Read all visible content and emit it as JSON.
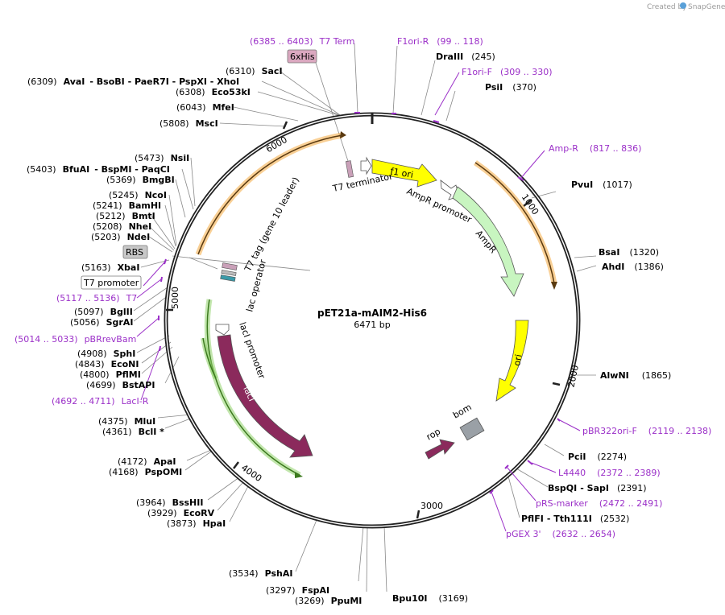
{
  "credit": {
    "text": "Created by",
    "brand": "SnapGene"
  },
  "plasmid": {
    "name": "pET21a-mAIM2-His6",
    "size": "6471 bp"
  },
  "ticks": [
    "1000",
    "2000",
    "3000",
    "4000",
    "5000",
    "6000"
  ],
  "colors": {
    "ampr": "#c8f5c0",
    "ori": "#ffff00",
    "laci": "#8b2a5c",
    "rop": "#8b2a5c",
    "bom": "#9aa0a6",
    "primer": "#9b30c8",
    "arc_orange": "#f4a940",
    "arc_green": "#8fd16a"
  },
  "features": {
    "f1ori": "f1 ori",
    "ampr_promoter": "AmpR promoter",
    "ampr": "AmpR",
    "ori": "ori",
    "rop": "rop",
    "bom": "bom",
    "laci": "lacI",
    "laci_promoter": "lacI promoter",
    "lac_operator": "lac operator",
    "t7_tag": "T7 tag (gene 10 leader)",
    "t7_terminator": "T7 terminator"
  },
  "boxes": {
    "his": "6xHis",
    "rbs": "RBS",
    "t7promoter": "T7 promoter"
  },
  "labels": {
    "t7term": {
      "pos": "(6385 .. 6403)",
      "name": "T7 Term"
    },
    "f1orir": {
      "name": "F1ori-R",
      "pos": "(99 .. 118)"
    },
    "draiii": {
      "name": "DraIII",
      "pos": "(245)"
    },
    "f1orif": {
      "name": "F1ori-F",
      "pos": "(309 .. 330)"
    },
    "psii": {
      "name": "PsiI",
      "pos": "(370)"
    },
    "ampr_primer": {
      "name": "Amp-R",
      "pos": "(817 .. 836)"
    },
    "pvui": {
      "name": "PvuI",
      "pos": "(1017)"
    },
    "bsai": {
      "name": "BsaI",
      "pos": "(1320)"
    },
    "ahdi": {
      "name": "AhdI",
      "pos": "(1386)"
    },
    "alwni": {
      "name": "AlwNI",
      "pos": "(1865)"
    },
    "pbr322": {
      "name": "pBR322ori-F",
      "pos": "(2119 .. 2138)"
    },
    "pcii": {
      "name": "PciI",
      "pos": "(2274)"
    },
    "l4440": {
      "name": "L4440",
      "pos": "(2372 .. 2389)"
    },
    "bspqi": {
      "name": "BspQI",
      "sep": "- SapI",
      "pos": "(2391)"
    },
    "prs": {
      "name": "pRS-marker",
      "pos": "(2472 .. 2491)"
    },
    "pflfi": {
      "name": "PflFI",
      "sep": "- Tth111I",
      "pos": "(2532)"
    },
    "pgex": {
      "name": "pGEX 3'",
      "pos": "(2632 .. 2654)"
    },
    "bpu10i": {
      "name": "Bpu10I",
      "pos": "(3169)"
    },
    "ppumi": {
      "pos": "(3269)",
      "name": "PpuMI"
    },
    "fspai": {
      "pos": "(3297)",
      "name": "FspAI"
    },
    "pshai": {
      "pos": "(3534)",
      "name": "PshAI"
    },
    "hpai": {
      "pos": "(3873)",
      "name": "HpaI"
    },
    "ecorv": {
      "pos": "(3929)",
      "name": "EcoRV"
    },
    "bsshii": {
      "pos": "(3964)",
      "name": "BssHII"
    },
    "pspomi": {
      "pos": "(4168)",
      "name": "PspOMI"
    },
    "apai": {
      "pos": "(4172)",
      "name": "ApaI"
    },
    "bcli": {
      "pos": "(4361)",
      "name": "BclI *"
    },
    "mlui": {
      "pos": "(4375)",
      "name": "MluI"
    },
    "lacir": {
      "pos": "(4692 .. 4711)",
      "name": "LacI-R"
    },
    "bstapi": {
      "pos": "(4699)",
      "name": "BstAPI"
    },
    "pflmi": {
      "pos": "(4800)",
      "name": "PflMI"
    },
    "econi": {
      "pos": "(4843)",
      "name": "EcoNI"
    },
    "sphi": {
      "pos": "(4908)",
      "name": "SphI"
    },
    "pbrrev": {
      "pos": "(5014 .. 5033)",
      "name": "pBRrevBam"
    },
    "sgrai": {
      "pos": "(5056)",
      "name": "SgrAI"
    },
    "bglii": {
      "pos": "(5097)",
      "name": "BglII"
    },
    "t7": {
      "pos": "(5117 .. 5136)",
      "name": "T7"
    },
    "xbai": {
      "pos": "(5163)",
      "name": "XbaI"
    },
    "ndei": {
      "pos": "(5203)",
      "name": "NdeI"
    },
    "nhei": {
      "pos": "(5208)",
      "name": "NheI"
    },
    "bmti": {
      "pos": "(5212)",
      "name": "BmtI"
    },
    "bamhi": {
      "pos": "(5241)",
      "name": "BamHI"
    },
    "ncoi": {
      "pos": "(5245)",
      "name": "NcoI"
    },
    "bmgbi": {
      "pos": "(5369)",
      "name": "BmgBI"
    },
    "bfuai": {
      "pos": "(5403)",
      "name": "BfuAI",
      "rest": "- BspMI  - PaqCI"
    },
    "nsii": {
      "pos": "(5473)",
      "name": "NsiI"
    },
    "msci": {
      "pos": "(5808)",
      "name": "MscI"
    },
    "mfei": {
      "pos": "(6043)",
      "name": "MfeI"
    },
    "eco53ki": {
      "pos": "(6308)",
      "name": "Eco53kI"
    },
    "avai": {
      "pos": "(6309)",
      "name": "AvaI",
      "rest": "- BsoBI  - PaeR7I  - PspXI  - XhoI"
    },
    "saci": {
      "pos": "(6310)",
      "name": "SacI"
    }
  }
}
